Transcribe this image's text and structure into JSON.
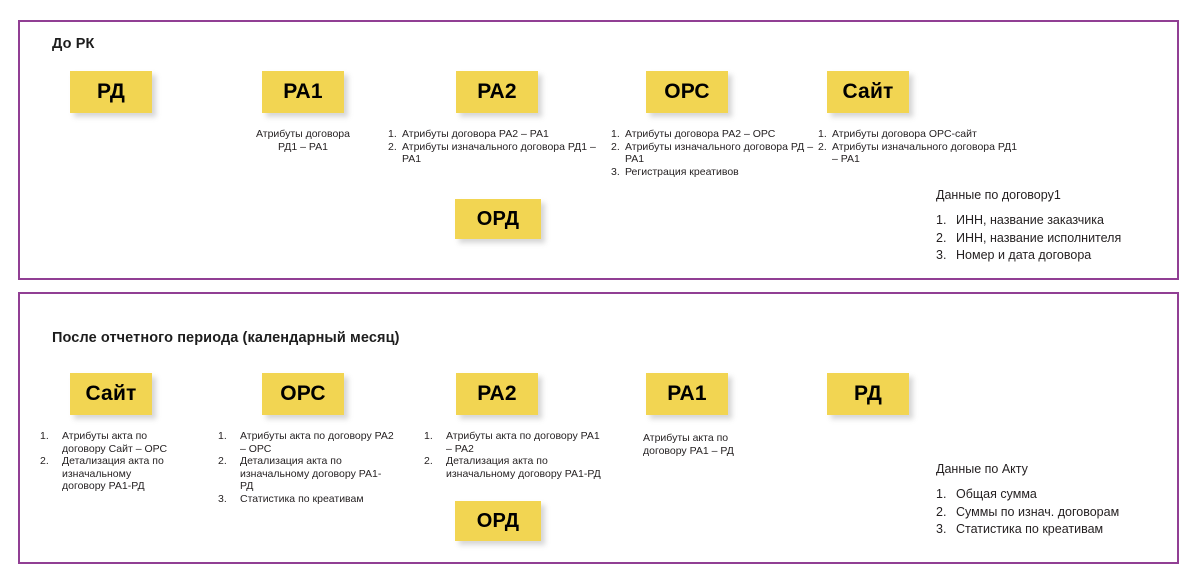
{
  "colors": {
    "node_fill": "#f2d552",
    "panel_border": "#913f94",
    "wire": "#7b3f98",
    "text": "#231f20"
  },
  "panels": {
    "before": {
      "title": "До РК",
      "nodes": [
        {
          "id": "rd",
          "label": "РД"
        },
        {
          "id": "ra1",
          "label": "РА1"
        },
        {
          "id": "ra2",
          "label": "РА2"
        },
        {
          "id": "ops",
          "label": "ОРС"
        },
        {
          "id": "site",
          "label": "Сайт"
        },
        {
          "id": "ord",
          "label": "ОРД"
        }
      ],
      "annotations": {
        "ra1": "Атрибуты договора\nРД1 – РА1",
        "ra2": [
          {
            "n": "1.",
            "t": "Атрибуты договора РА2 – РА1"
          },
          {
            "n": "2.",
            "t": "Атрибуты изначального договора РД1 – РА1"
          }
        ],
        "ops": [
          {
            "n": "1.",
            "t": "Атрибуты договора РА2 – ОРС"
          },
          {
            "n": "2.",
            "t": "Атрибуты изначального договора РД – РА1"
          },
          {
            "n": "3.",
            "t": "Регистрация креативов"
          }
        ],
        "site": [
          {
            "n": "1.",
            "t": "Атрибуты договора ОРС-сайт"
          },
          {
            "n": "2.",
            "t": "Атрибуты изначального договора РД1 – РА1"
          }
        ]
      },
      "legend": {
        "title": "Данные по договору1",
        "items": [
          {
            "n": "1.",
            "t": "ИНН, название заказчика"
          },
          {
            "n": "2.",
            "t": "ИНН, название исполнителя"
          },
          {
            "n": "3.",
            "t": "Номер и дата договора"
          }
        ]
      }
    },
    "after": {
      "title": "После отчетного периода (календарный месяц)",
      "nodes": [
        {
          "id": "site",
          "label": "Сайт"
        },
        {
          "id": "ops",
          "label": "ОРС"
        },
        {
          "id": "ra2",
          "label": "РА2"
        },
        {
          "id": "ra1",
          "label": "РА1"
        },
        {
          "id": "rd",
          "label": "РД"
        },
        {
          "id": "ord",
          "label": "ОРД"
        }
      ],
      "annotations": {
        "site": [
          {
            "n": "1.",
            "t": "Атрибуты акта по договору Сайт – ОРС"
          },
          {
            "n": "2.",
            "t": "Детализация акта по изначальному договору РА1-РД"
          }
        ],
        "ops": [
          {
            "n": "1.",
            "t": "Атрибуты акта по договору РА2 – ОРС"
          },
          {
            "n": "2.",
            "t": "Детализация акта по изначальному договору РА1-РД"
          },
          {
            "n": "3.",
            "t": "Статистика по креативам"
          }
        ],
        "ra2": [
          {
            "n": "1.",
            "t": "Атрибуты акта по договору РА1 – РА2"
          },
          {
            "n": "2.",
            "t": "Детализация акта по изначальному договору РА1-РД"
          }
        ],
        "ra1": "Атрибуты акта по\nдоговору РА1 – РД"
      },
      "legend": {
        "title": "Данные по Акту",
        "items": [
          {
            "n": "1.",
            "t": "Общая сумма"
          },
          {
            "n": "2.",
            "t": "Суммы по изнач. договорам"
          },
          {
            "n": "3.",
            "t": "Статистика по креативам"
          }
        ]
      }
    }
  }
}
